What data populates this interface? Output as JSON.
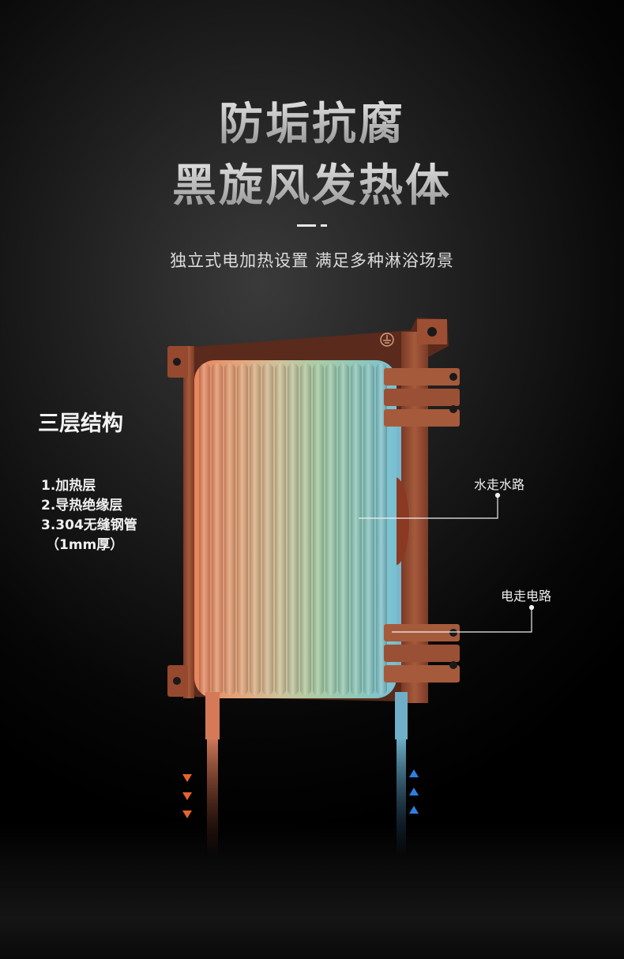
{
  "heading": {
    "line1": "防垢抗腐",
    "line2": "黑旋风发热体",
    "subtitle": "独立式电加热设置 满足多种淋浴场景"
  },
  "structure": {
    "title": "三层结构",
    "items": [
      "1.加热层",
      "2.导热绝缘层",
      "3.304无缝钢管",
      "（1mm厚）"
    ]
  },
  "callouts": {
    "water": "水走水路",
    "electric": "电走电路"
  },
  "colors": {
    "background": "#0a0a0a",
    "copper": "#a4553a",
    "hot_water": "#e8865c",
    "cold_water": "#7dc3d6",
    "out_arrow": "#e4642c",
    "in_arrow": "#2f7fe0"
  },
  "icons": {
    "out_arrows": "arrow-down-icon",
    "in_arrows": "arrow-up-icon",
    "ground_symbol": "ground-icon"
  }
}
